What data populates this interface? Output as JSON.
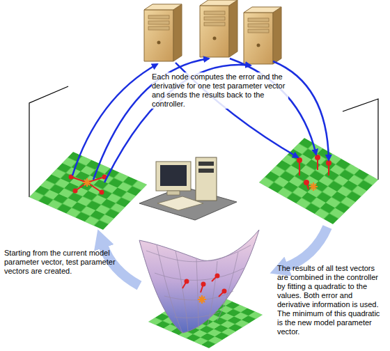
{
  "diagram": {
    "labels": [
      "Each node computes the error and the derivative for one test parameter vector and sends the results back to the controller.",
      "Starting from the current model parameter vector, test parameter vectors are created.",
      "The results of all test vectors are combined in the controller by fitting a quadratic to the values. Both error and derivative information is used. The minimum of this quadratic is the new model parameter vector."
    ]
  }
}
